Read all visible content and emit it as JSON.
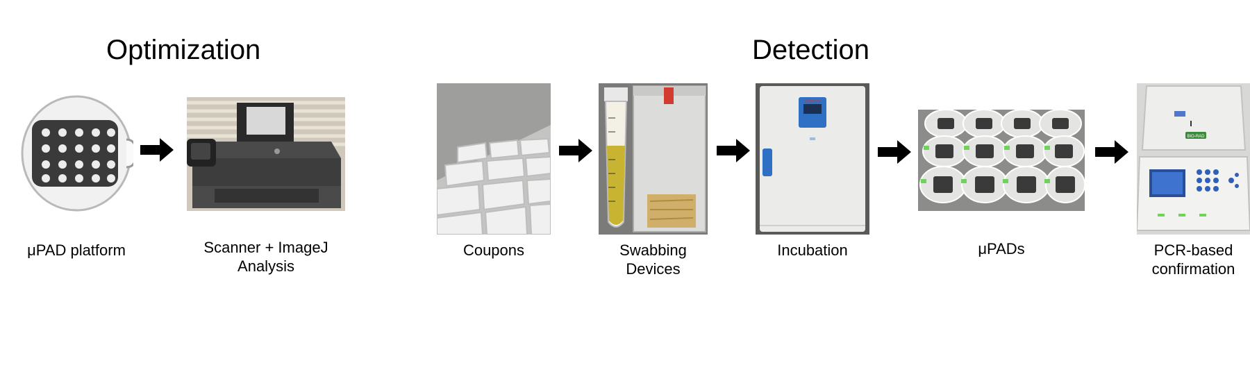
{
  "sections": {
    "optimization": "Optimization",
    "detection": "Detection"
  },
  "steps": [
    {
      "id": "upad-platform",
      "label": "μPAD platform",
      "icon": "upad-disc-icon"
    },
    {
      "id": "scanner",
      "label": "Scanner + ImageJ\nAnalysis",
      "icon": "scanner-printer-icon"
    },
    {
      "id": "coupons",
      "label": "Coupons",
      "icon": "coupons-tiles-icon"
    },
    {
      "id": "swabbing",
      "label": "Swabbing\nDevices",
      "icon": "swab-tube-bag-icon"
    },
    {
      "id": "incubation",
      "label": "Incubation",
      "icon": "incubator-icon"
    },
    {
      "id": "upads",
      "label": "μPADs",
      "icon": "upad-dishes-icon"
    },
    {
      "id": "pcr",
      "label": "PCR-based\nconfirmation",
      "icon": "thermal-cycler-icon"
    }
  ],
  "photo_text": {
    "incubator_brand": "Thermo",
    "cycler_brand": "BIO-RAD"
  },
  "colors": {
    "arrow": "#000000",
    "upad_ink": "#3a3a3a",
    "incubator_panel": "#2f6fc4",
    "tape_green": "#6fd35a"
  }
}
